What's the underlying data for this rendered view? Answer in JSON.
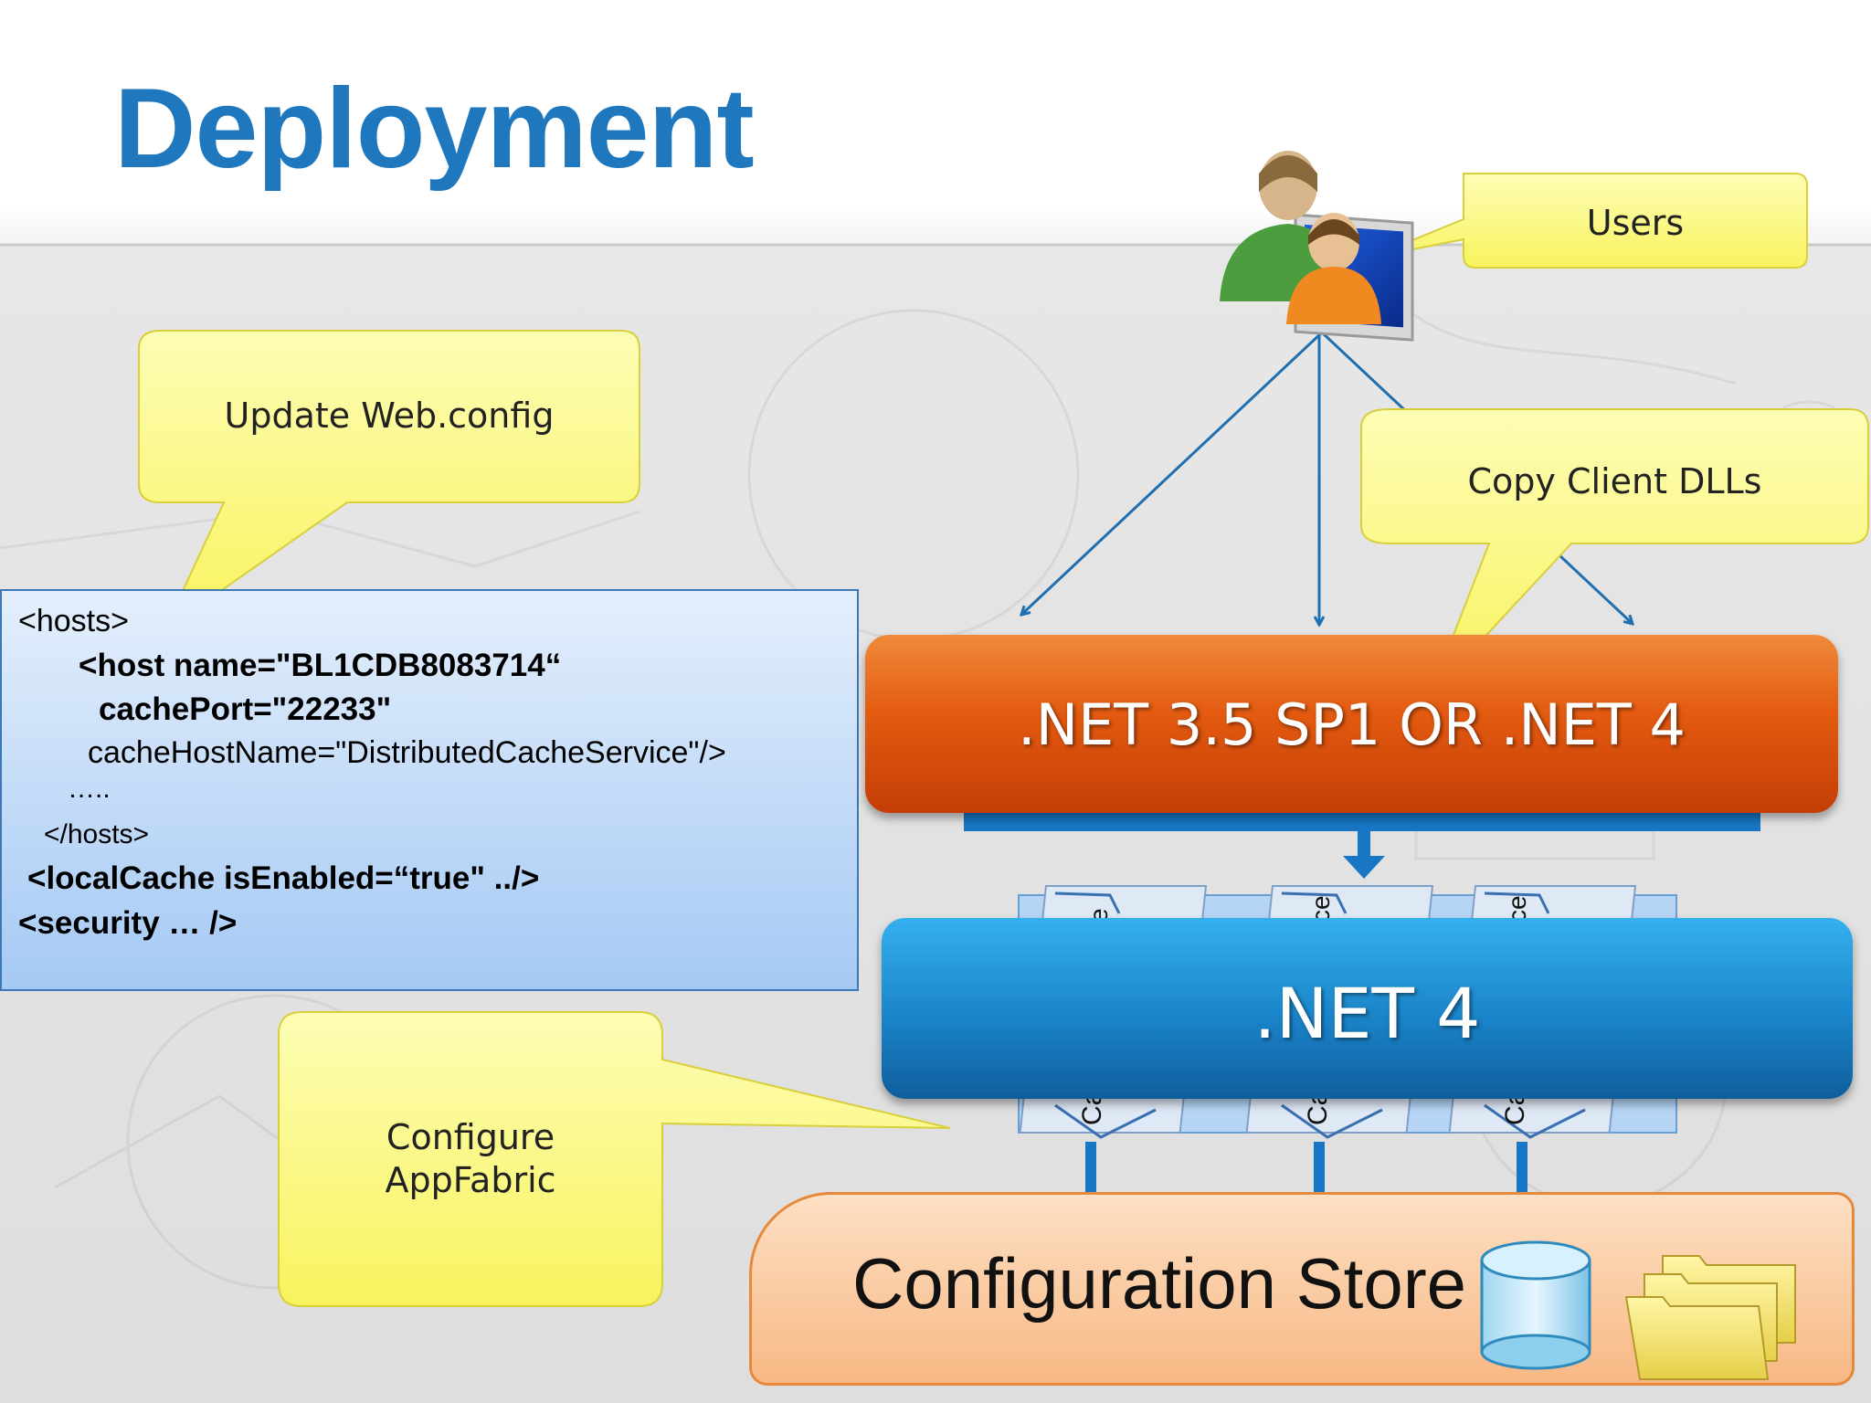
{
  "slide": {
    "title": "Deployment",
    "callouts": {
      "users": "Users",
      "update_webconfig": "Update Web.config",
      "copy_client_dlls": "Copy Client DLLs",
      "configure_appfabric_line1": "Configure",
      "configure_appfabric_line2": "AppFabric"
    },
    "code_snippet": {
      "line1": "<hosts>",
      "line2": "<host name=\"BL1CDB8083714“",
      "line3": "cachePort=\"22233\"",
      "line4": "cacheHostName=\"DistributedCacheService\"/>",
      "line5": "…..",
      "line6": "</hosts>",
      "line7": "<localCache isEnabled=“true\"  ../>",
      "line8": "<security … />"
    },
    "client_tier_label": ".NET 3.5 SP1 OR .NET 4",
    "server_tier_label": ".NET 4",
    "store_label": "Configuration Store",
    "cache_server_fragments": {
      "top": [
        "e",
        "ce",
        "ce"
      ],
      "bottom": [
        "Ca",
        "Ca",
        "Ca"
      ]
    },
    "colors": {
      "title": "#1f78be",
      "callout_fill": "#fdf98a",
      "client_tier": "#e35a10",
      "server_tier": "#1a84c9",
      "store_fill": "#f9c89a"
    },
    "icons": [
      "users-computer-icon",
      "database-icon",
      "folders-icon"
    ]
  }
}
